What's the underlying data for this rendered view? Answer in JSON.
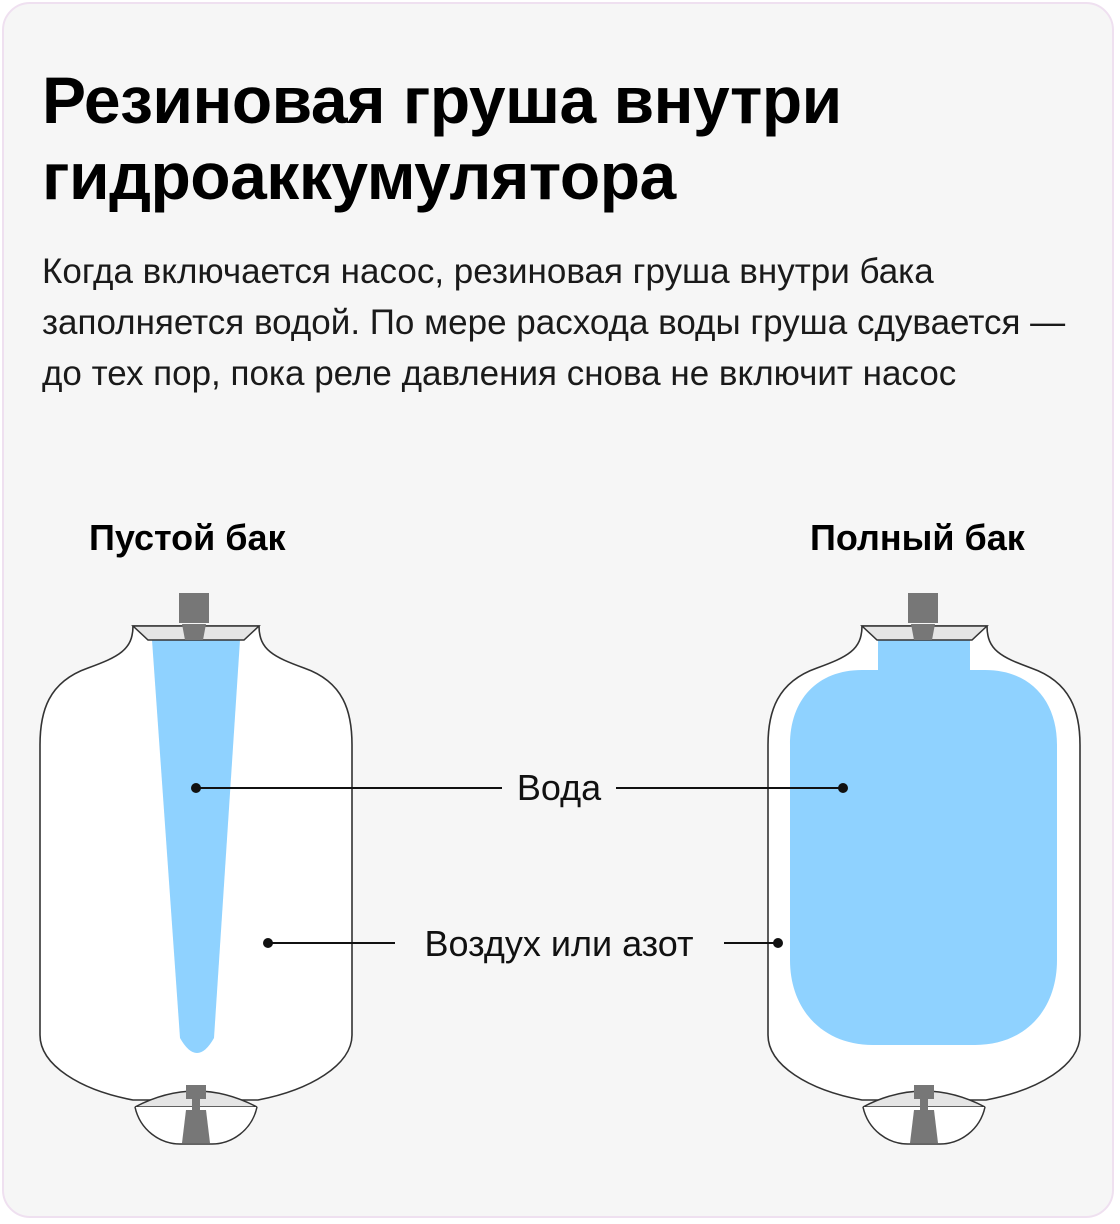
{
  "title": "Резиновая груша внутри гидроаккумулятора",
  "description": "Когда включается насос, резиновая груша внутри бака заполняется водой. По мере расхода воды груша сдувается — до тех пор, пока реле давления снова не включит насос",
  "tanks": {
    "empty_label": "Пустой бак",
    "full_label": "Полный бак"
  },
  "callouts": {
    "water": "Вода",
    "air": "Воздух или азот"
  },
  "colors": {
    "water": "#8fd2ff",
    "tank_fill": "#ffffff",
    "outline": "#333333",
    "valve": "#777777",
    "card_background": "#f6f6f6"
  }
}
